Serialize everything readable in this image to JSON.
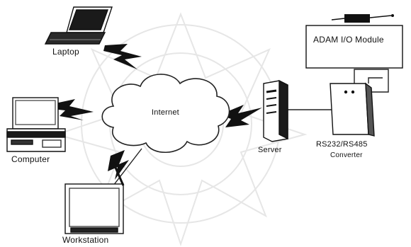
{
  "labels": {
    "laptop": "Laptop",
    "internet": "Internet",
    "computer": "Computer",
    "workstation": "Workstation",
    "server": "Server",
    "converter_line1": "RS232/RS485",
    "converter_line2": "Converter",
    "module": "ADAM I/O Module"
  }
}
